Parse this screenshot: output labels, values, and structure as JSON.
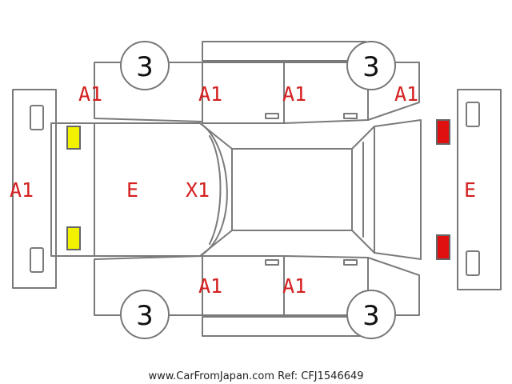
{
  "damage_codes": {
    "front_bumper": "A1",
    "left_front_fender": "A1",
    "left_front_door": "A1",
    "left_rear_door": "A1",
    "left_rear_quarter": "A1",
    "hood": "E",
    "windshield": "X1",
    "right_front_door": "A1",
    "right_rear_door": "A1",
    "rear_bumper": "E"
  },
  "wheels": {
    "front_left": "3",
    "rear_left": "3",
    "front_right": "3",
    "rear_right": "3"
  },
  "lamp_colors": {
    "front": "#f2f200",
    "rear": "#e01010"
  },
  "footer": "www.CarFromJapan.com Ref: CFJ1546649"
}
